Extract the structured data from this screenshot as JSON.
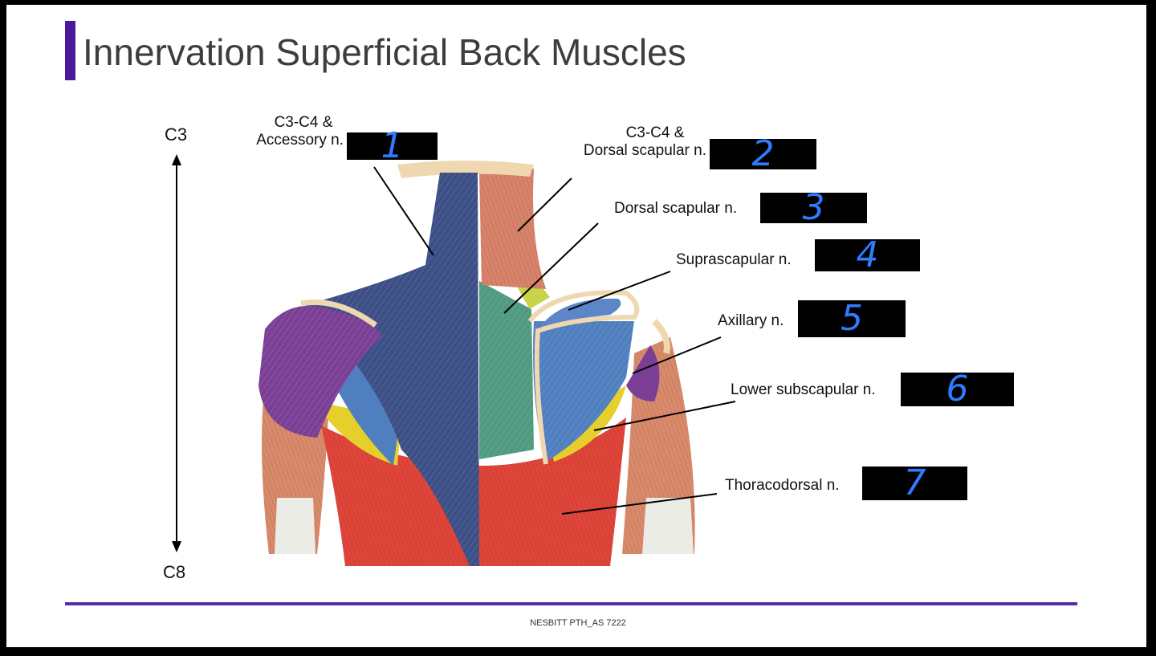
{
  "slide": {
    "title": "Innervation Superficial Back Muscles",
    "footer": "NESBITT PTH_AS 7222"
  },
  "axis": {
    "top_label": "C3",
    "bottom_label": "C8"
  },
  "labels": [
    {
      "id": "1",
      "text_line1": "C3-C4 &",
      "text_line2": "Accessory n.",
      "number": "1"
    },
    {
      "id": "2",
      "text_line1": "C3-C4 &",
      "text_line2": "Dorsal scapular n.",
      "number": "2"
    },
    {
      "id": "3",
      "text": "Dorsal scapular n.",
      "number": "3"
    },
    {
      "id": "4",
      "text": "Suprascapular n.",
      "number": "4"
    },
    {
      "id": "5",
      "text": "Axillary n.",
      "number": "5"
    },
    {
      "id": "6",
      "text": "Lower subscapular n.",
      "number": "6"
    },
    {
      "id": "7",
      "text": "Thoracodorsal n.",
      "number": "7"
    }
  ],
  "colors": {
    "title_accent": "#4b1a9a",
    "footer_line": "#5b2aa6",
    "handwritten_numbers": "#2f7bff",
    "trapezius": "#3c4f86",
    "deltoid": "#7a3f95",
    "infraspinatus": "#4f7fbf",
    "rhomboid": "#4f9a80",
    "teres_major": "#e6cf2a",
    "latissimus": "#e0453a",
    "levator": "#c8d24a"
  }
}
